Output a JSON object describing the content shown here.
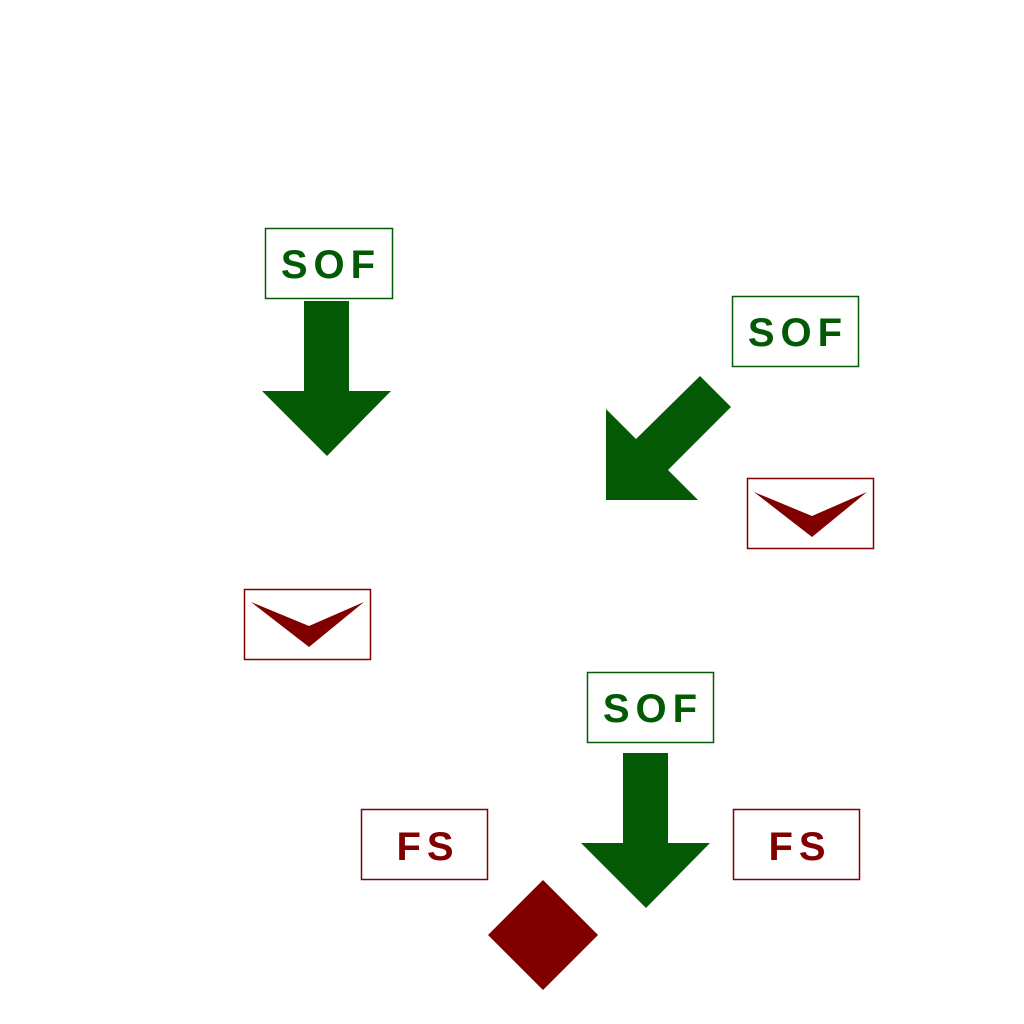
{
  "colors": {
    "friendly": "#045a04",
    "hostile": "#800000",
    "background": "#ffffff"
  },
  "symbols": [
    {
      "kind": "label-box",
      "text": "SOF",
      "affiliation": "friendly"
    },
    {
      "kind": "arrow",
      "direction": "down",
      "affiliation": "friendly"
    },
    {
      "kind": "label-box",
      "text": "SOF",
      "affiliation": "friendly"
    },
    {
      "kind": "arrow",
      "direction": "down-left",
      "affiliation": "friendly"
    },
    {
      "kind": "chevron-box",
      "affiliation": "hostile"
    },
    {
      "kind": "chevron-box",
      "affiliation": "hostile"
    },
    {
      "kind": "label-box",
      "text": "SOF",
      "affiliation": "friendly"
    },
    {
      "kind": "arrow",
      "direction": "down",
      "affiliation": "friendly"
    },
    {
      "kind": "label-box",
      "text": "FS",
      "affiliation": "hostile"
    },
    {
      "kind": "label-box",
      "text": "FS",
      "affiliation": "hostile"
    },
    {
      "kind": "diamond",
      "affiliation": "hostile"
    }
  ],
  "labels": {
    "sof_1": "SOF",
    "sof_2": "SOF",
    "sof_3": "SOF",
    "fs_1": "FS",
    "fs_2": "FS"
  }
}
